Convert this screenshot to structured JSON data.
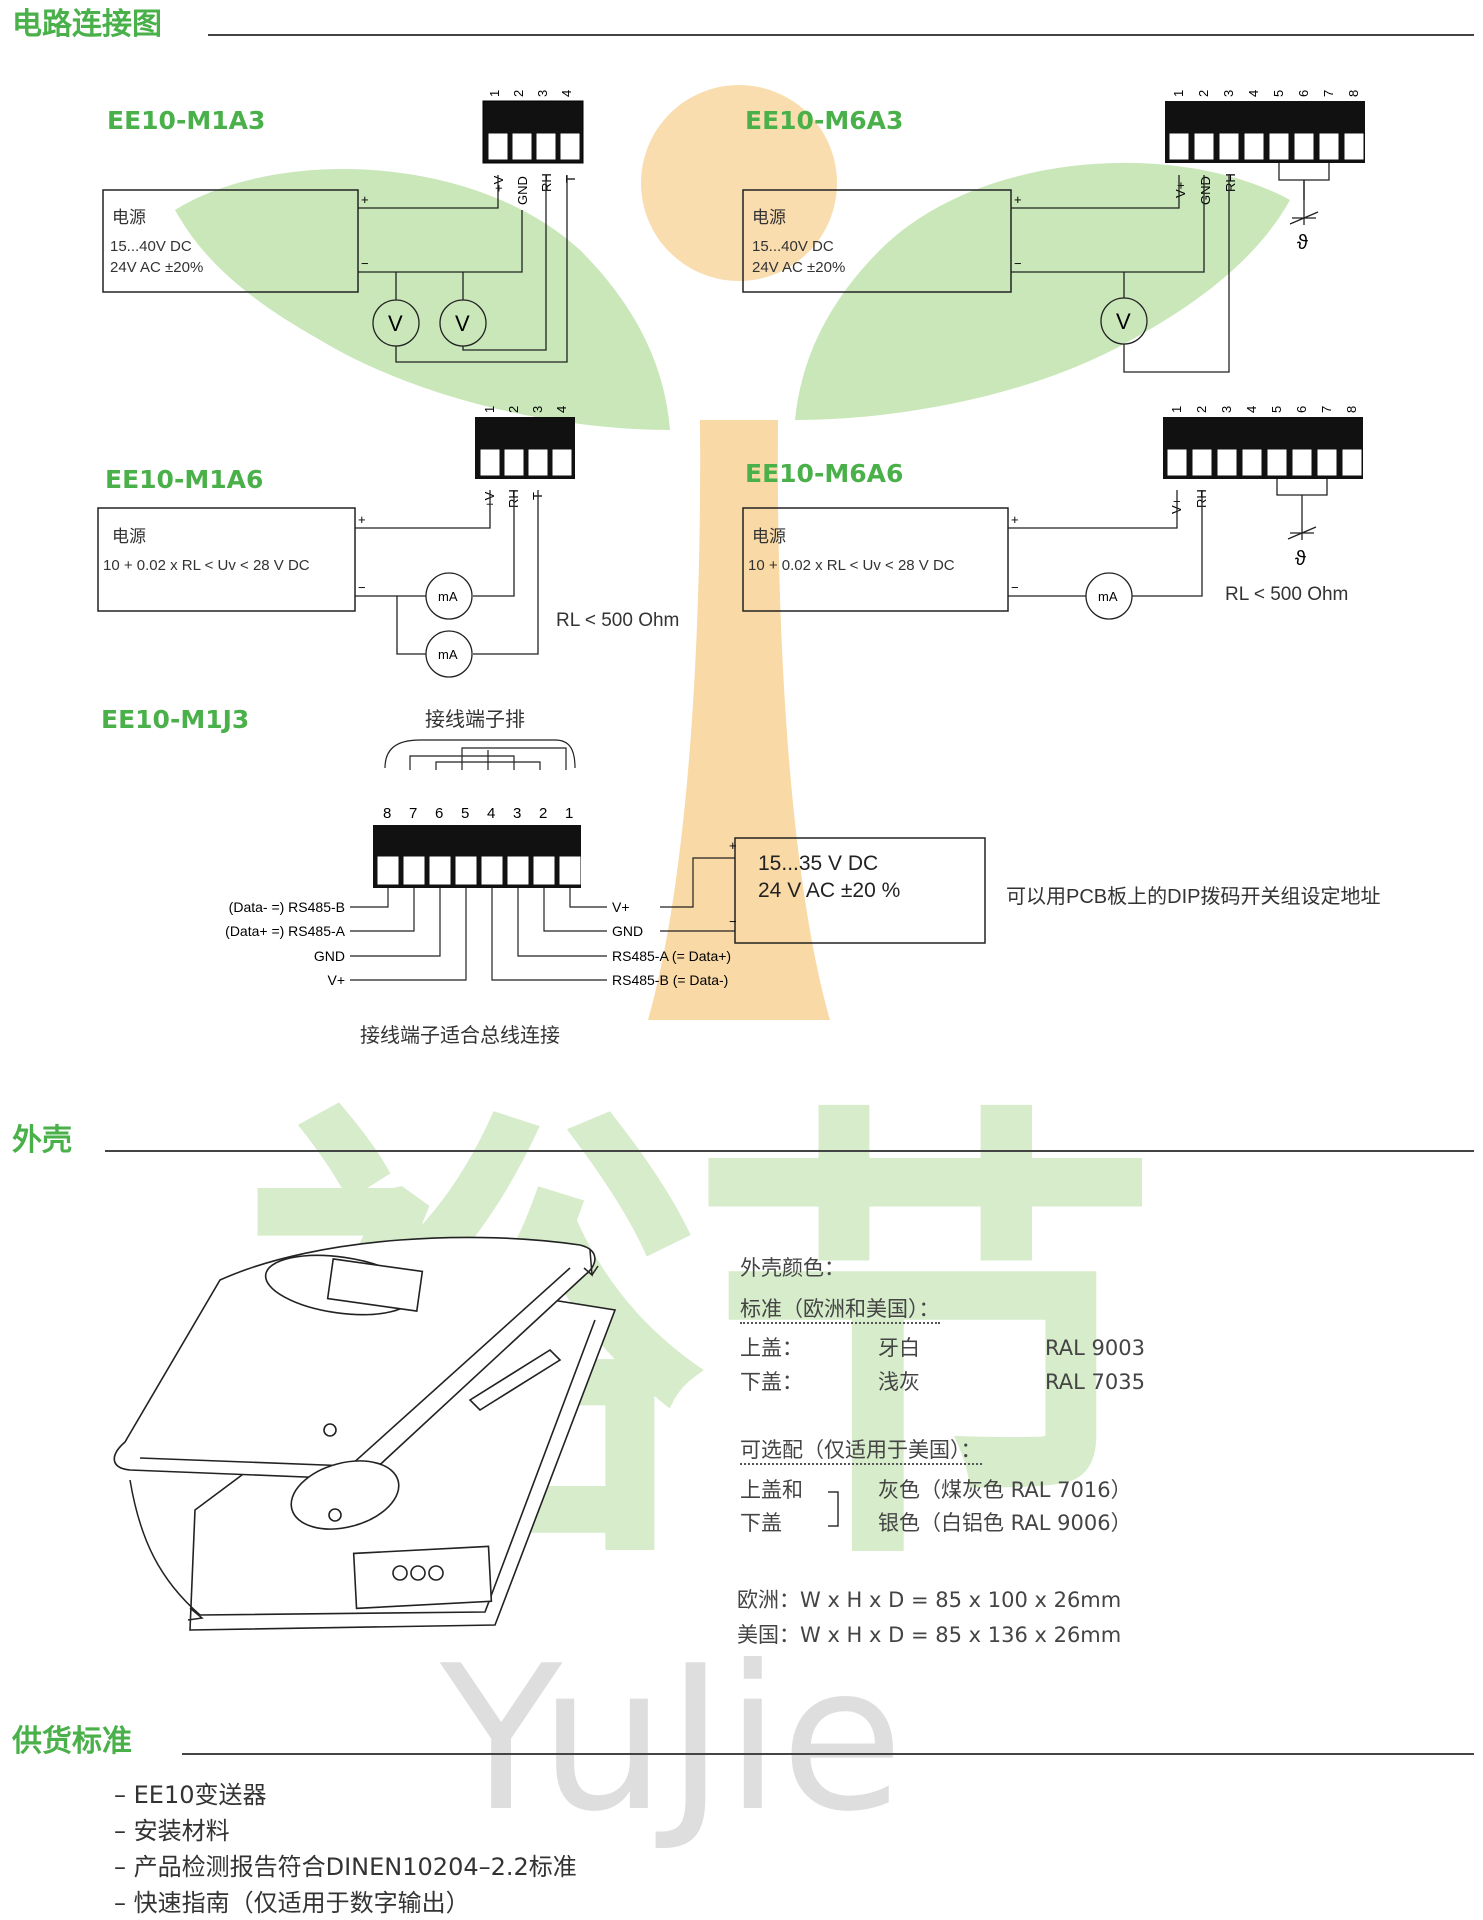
{
  "sections": {
    "wiring": "电路连接图",
    "housing": "外壳",
    "delivery": "供货标准"
  },
  "watermark": {
    "chars": "裕节",
    "brand": "YuJie"
  },
  "m1a3": {
    "title": "EE10-M1A3",
    "psu_name": "电源",
    "psu_line1": "15...40V DC",
    "psu_line2": "24V AC ±20%",
    "terminals": [
      "1",
      "2",
      "3",
      "4"
    ],
    "labels": [
      "+V",
      "GND",
      "RH",
      "T"
    ],
    "meter": "V"
  },
  "m6a3": {
    "title": "EE10-M6A3",
    "psu_name": "电源",
    "psu_line1": "15...40V DC",
    "psu_line2": "24V AC ±20%",
    "terminals": [
      "1",
      "2",
      "3",
      "4",
      "5",
      "6",
      "7",
      "8"
    ],
    "labels": [
      "V+",
      "GND",
      "RH"
    ],
    "meter": "V",
    "theta": "ϑ"
  },
  "m1a6": {
    "title": "EE10-M1A6",
    "psu_name": "电源",
    "psu_formula": "10 + 0.02 x RL < Uv < 28 V DC",
    "terminals": [
      "1",
      "2",
      "3",
      "4"
    ],
    "labels": [
      "+V",
      "RH",
      "T"
    ],
    "meter": "mA",
    "rl": "RL < 500 Ohm"
  },
  "m6a6": {
    "title": "EE10-M6A6",
    "psu_name": "电源",
    "psu_formula": "10 + 0.02 x RL < Uv < 28 V DC",
    "terminals": [
      "1",
      "2",
      "3",
      "4",
      "5",
      "6",
      "7",
      "8"
    ],
    "labels": [
      "V+",
      "RH"
    ],
    "meter": "mA",
    "rl": "RL < 500 Ohm",
    "theta": "ϑ"
  },
  "m1j3": {
    "title": "EE10-M1J3",
    "strip_label": "接线端子排",
    "terminals": [
      "8",
      "7",
      "6",
      "5",
      "4",
      "3",
      "2",
      "1"
    ],
    "left_labels": [
      "(Data- =) RS485-B",
      "(Data+ =) RS485-A",
      "GND",
      "V+"
    ],
    "right_labels": [
      "V+",
      "GND",
      "RS485-A (= Data+)",
      "RS485-B (= Data-)"
    ],
    "psu_line1": "15...35 V DC",
    "psu_line2": "24 V AC ±20 %",
    "note": "可以用PCB板上的DIP拨码开关组设定地址",
    "caption": "接线端子适合总线连接"
  },
  "housing": {
    "color_heading": "外壳颜色：",
    "standard_heading": "标准（欧洲和美国）：",
    "standard_rows": [
      {
        "part": "上盖：",
        "color": "牙白",
        "ral": "RAL 9003"
      },
      {
        "part": "下盖：",
        "color": "浅灰",
        "ral": "RAL 7035"
      }
    ],
    "optional_heading": "可选配（仅适用于美国）：",
    "optional_part1": "上盖和",
    "optional_part2": "下盖",
    "optional_colors": [
      "灰色（煤灰色 RAL 7016）",
      "银色（白铝色 RAL 9006）"
    ],
    "dim_eu": "欧洲：W x H x D = 85 x 100 x 26mm",
    "dim_us": "美国：W x H x D = 85 x 136 x 26mm"
  },
  "delivery_items": [
    "– EE10变送器",
    "– 安装材料",
    "– 产品检测报告符合DINEN10204–2.2标准",
    "– 快速指南（仅适用于数字输出）"
  ],
  "colors": {
    "accent": "#4ab04a",
    "leaf": "#bfe3ad",
    "sun": "#f8d9a6",
    "trunk": "#f7cf8f",
    "watermark_green": "#cfe9c3",
    "watermark_grey": "#d3d3d3"
  }
}
